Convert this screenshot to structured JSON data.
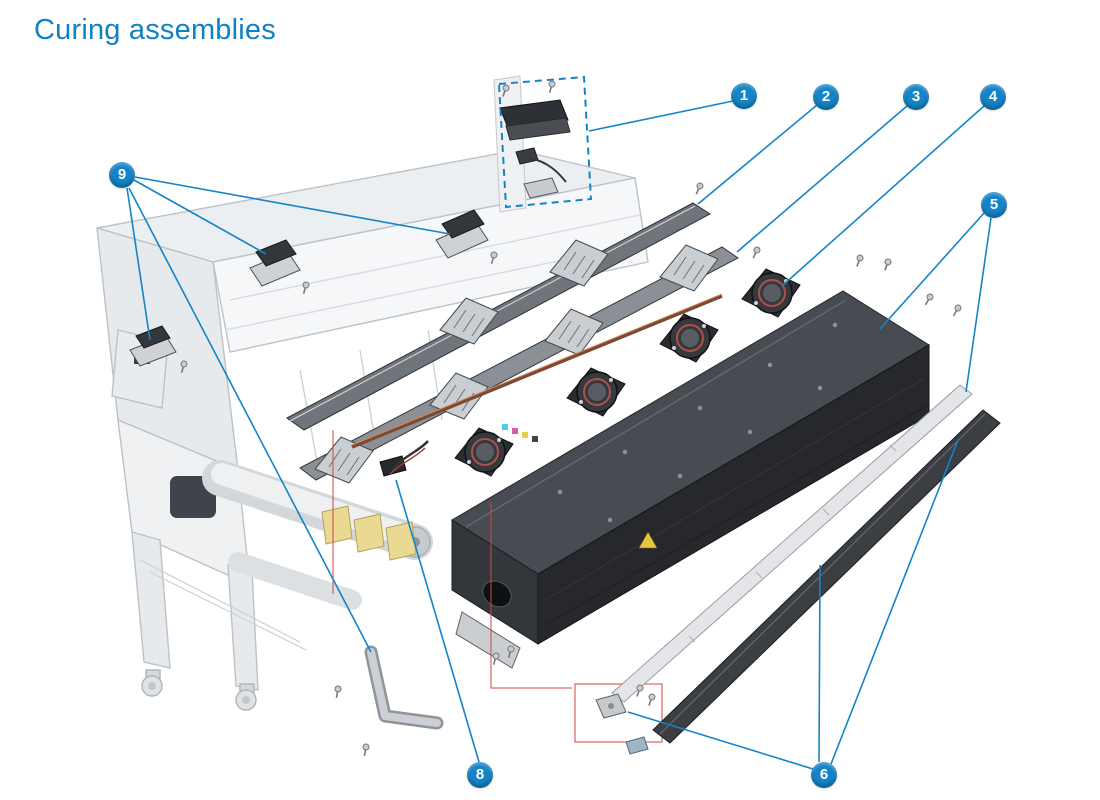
{
  "page": {
    "title": "Curing assemblies"
  },
  "illustration": {
    "alt": "Exploded-view technical drawing of the curing assemblies of a large-format printer, with blue numbered callouts pointing to individual parts"
  },
  "colors": {
    "title": "#1181C4",
    "accent": "#1484C8",
    "callout_bg": "#1484C8",
    "callout_text": "#FFFFFF",
    "red_line": "#D04545",
    "dark_part": "#26282C",
    "light_part": "#CED2D6"
  },
  "diagram": {
    "callouts": [
      {
        "label": "1"
      },
      {
        "label": "2"
      },
      {
        "label": "3"
      },
      {
        "label": "4"
      },
      {
        "label": "5"
      },
      {
        "label": "6"
      },
      {
        "label": "8"
      },
      {
        "label": "9"
      }
    ]
  }
}
